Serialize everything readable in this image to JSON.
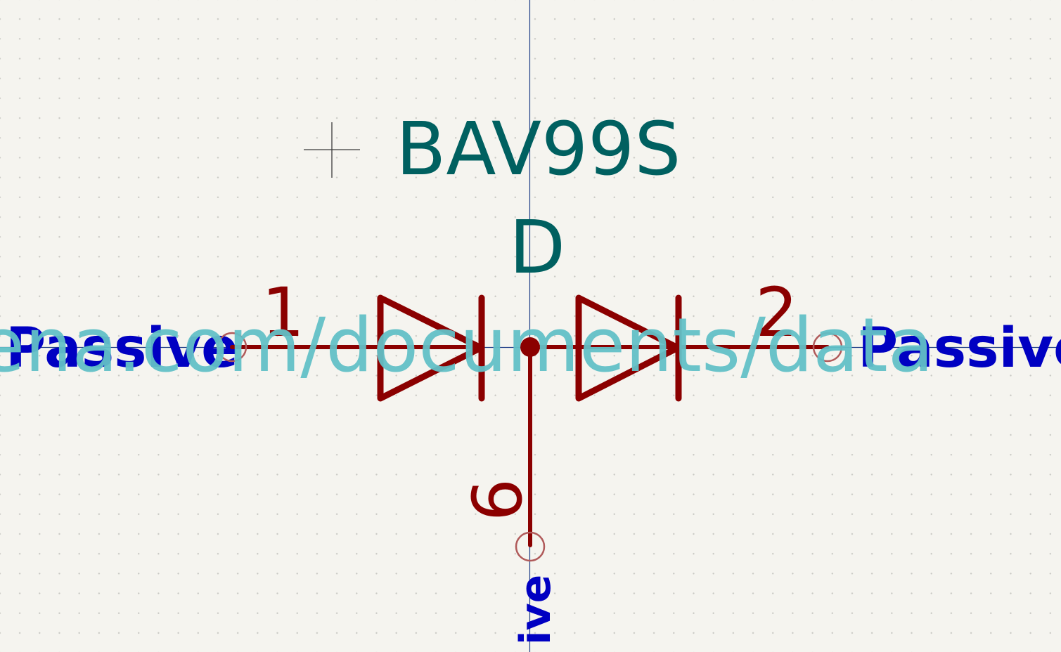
{
  "symbol": {
    "value": "BAV99S",
    "reference": "D",
    "pin_numbers": {
      "left": "1",
      "right": "2",
      "bottom": "6"
    },
    "pin_types": {
      "left": "Passive",
      "right": "Passive",
      "bottom": "ive"
    },
    "datasheet_fragment": "ena.com/documents/data"
  },
  "colors": {
    "background": "#f5f4ef",
    "body": "#8b0000",
    "pin_marker": "#b05a5a",
    "field_text": "#006060",
    "pin_type_text": "#0000c2",
    "datasheet_text": "#62c0c6",
    "axis": "#1d3c86",
    "anchor": "#3a3a3a"
  }
}
